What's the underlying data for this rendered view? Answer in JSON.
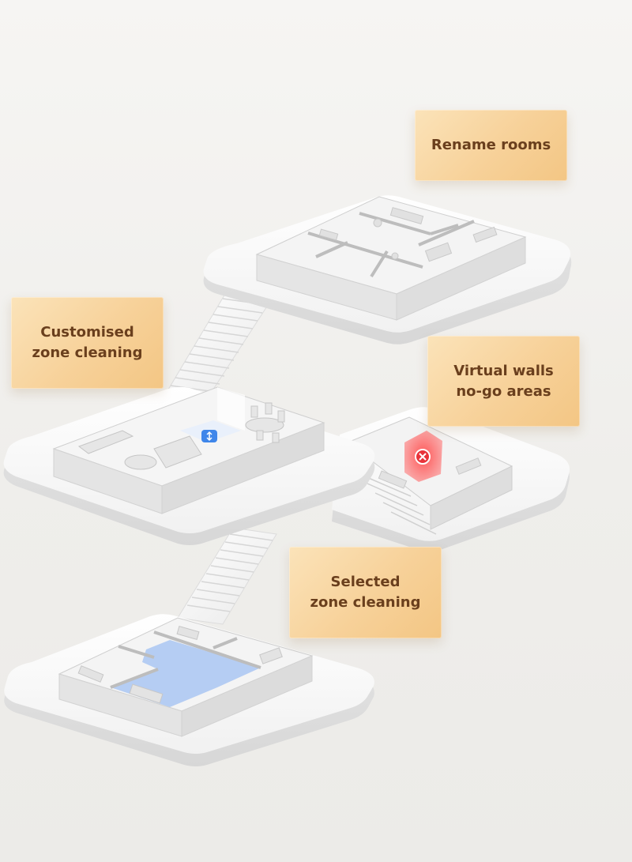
{
  "labels": {
    "rename_rooms": "Rename rooms",
    "customised_zone_cleaning": "Customised\nzone cleaning",
    "virtual_walls": "Virtual walls\nno-go areas",
    "selected_zone_cleaning": "Selected\nzone cleaning"
  },
  "colors": {
    "label_bg": "#f7d199",
    "label_text": "#6a3f1d",
    "platform": "#ffffff",
    "zone_highlight": "#a9c6f2",
    "no_go": "#e8333a",
    "zone_marker": "#3f86ea"
  }
}
